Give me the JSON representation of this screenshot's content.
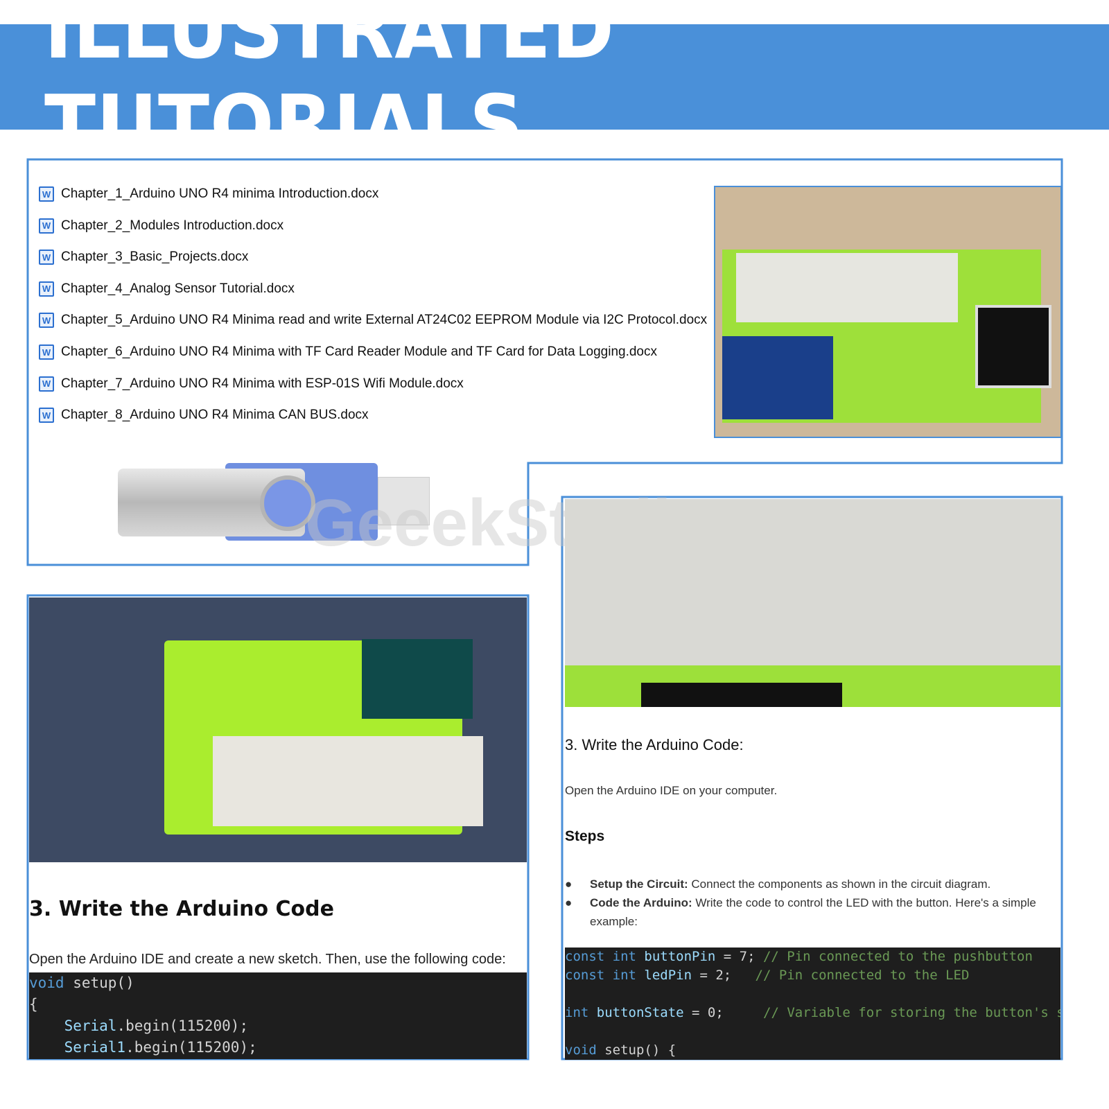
{
  "banner": {
    "title": "ILLUSTRATED TUTORIALS"
  },
  "files": [
    "Chapter_1_Arduino UNO R4 minima Introduction.docx",
    "Chapter_2_Modules Introduction.docx",
    "Chapter_3_Basic_Projects.docx",
    "Chapter_4_Analog Sensor Tutorial.docx",
    "Chapter_5_Arduino UNO R4 Minima read and write External AT24C02 EEPROM Module via I2C Protocol.docx",
    "Chapter_6_Arduino UNO R4 Minima with TF Card Reader Module and TF Card for Data Logging.docx",
    "Chapter_7_Arduino UNO R4 Minima with ESP-01S Wifi Module.docx",
    "Chapter_8_Arduino UNO R4 Minima CAN BUS.docx"
  ],
  "watermark": "GeeekStudio",
  "left_panel": {
    "heading": "3. Write the Arduino Code",
    "intro": "Open the Arduino IDE and create a new sketch. Then, use the following code:",
    "code": {
      "l1_kw": "void",
      "l1_rest": " setup()",
      "l2": "{",
      "l3_obj": "    Serial",
      "l3_rest": ".begin(115200);",
      "l4_obj": "    Serial1",
      "l4_rest": ".begin(115200);"
    }
  },
  "right_panel": {
    "heading": "3. Write the Arduino Code:",
    "intro": "Open the Arduino IDE on your computer.",
    "steps_title": "Steps",
    "steps": [
      {
        "bold": "Setup the Circuit:",
        "text": " Connect the components as shown in the circuit diagram."
      },
      {
        "bold": "Code the Arduino:",
        "text": " Write the code to control the LED with the button. Here's a simple example:"
      }
    ],
    "code": {
      "l1_kw": "const int",
      "l1_id": " buttonPin",
      "l1_rest": " = 7;",
      "l1_cm": " // Pin connected to the pushbutton",
      "l2_kw": "const int",
      "l2_id": " ledPin",
      "l2_rest": " = 2;",
      "l2_cm": "   // Pin connected to the LED",
      "l3_kw": "int",
      "l3_id": " buttonState",
      "l3_rest": " = 0;",
      "l3_cm": "     // Variable for storing the button's state",
      "l4_kw": "void",
      "l4_rest": " setup() {"
    }
  }
}
